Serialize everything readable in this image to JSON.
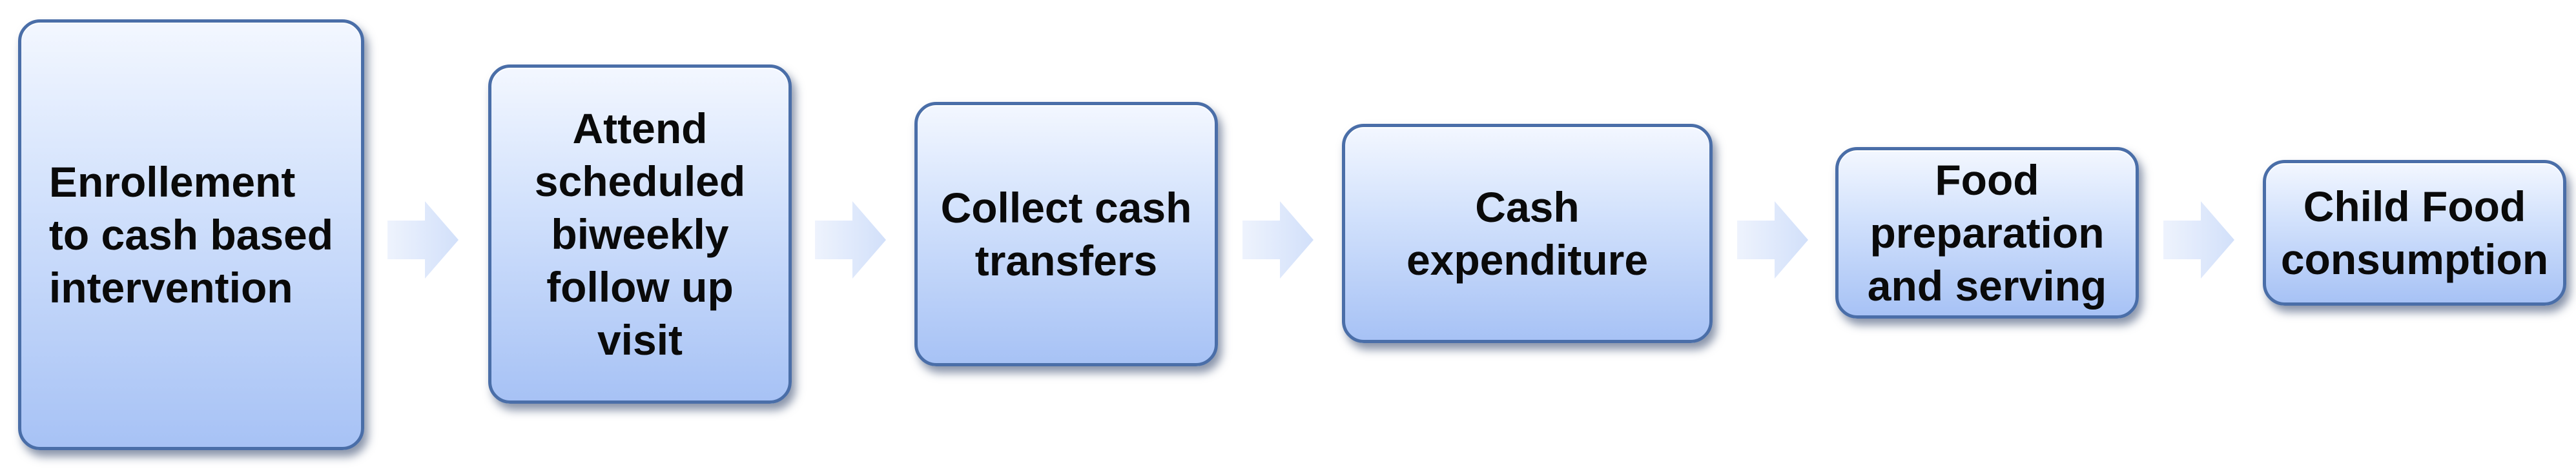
{
  "steps": [
    {
      "label": "Enrollement\nto  cash  based\nintervention"
    },
    {
      "label": "Attend\nscheduled\nbiweekly\nfollow up\nvisit"
    },
    {
      "label": "Collect cash\ntransfers"
    },
    {
      "label": "Cash\nexpenditure"
    },
    {
      "label": "Food\npreparation\nand serving"
    },
    {
      "label": "Child Food\nconsumption"
    }
  ],
  "colors": {
    "box_border": "#4a6ea8",
    "box_fill_top": "#f3f7ff",
    "box_fill_bottom": "#a7c2f5",
    "arrow_fill": "#dbe6fb"
  }
}
